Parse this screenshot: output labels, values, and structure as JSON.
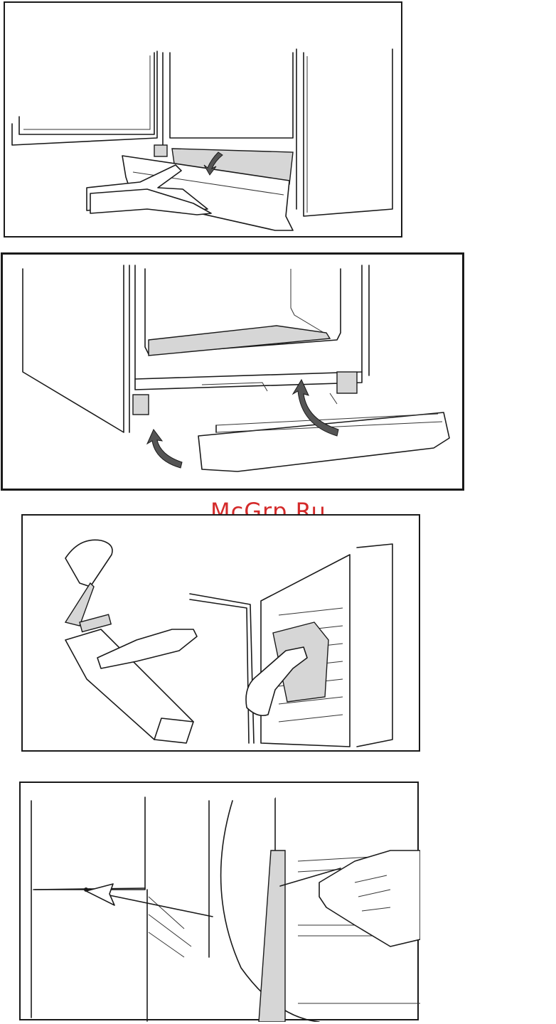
{
  "watermark": {
    "text": "McGrp.Ru",
    "color": "#d42a2a"
  },
  "illustrations": [
    {
      "id": "remove-plinth",
      "icons": [
        "hand-icon",
        "plinth-panel",
        "curved-arrow-icon"
      ]
    },
    {
      "id": "refit-plinth",
      "icons": [
        "plinth-panel",
        "curved-arrow-icon",
        "curved-arrow-icon"
      ]
    },
    {
      "id": "clean-parts",
      "icons": [
        "brush-icon",
        "hand-icon",
        "cloth-icon"
      ]
    },
    {
      "id": "clear-drain-hole",
      "icons": [
        "magnifier-circle",
        "pointer-arrow-icon",
        "hand-icon"
      ]
    }
  ]
}
